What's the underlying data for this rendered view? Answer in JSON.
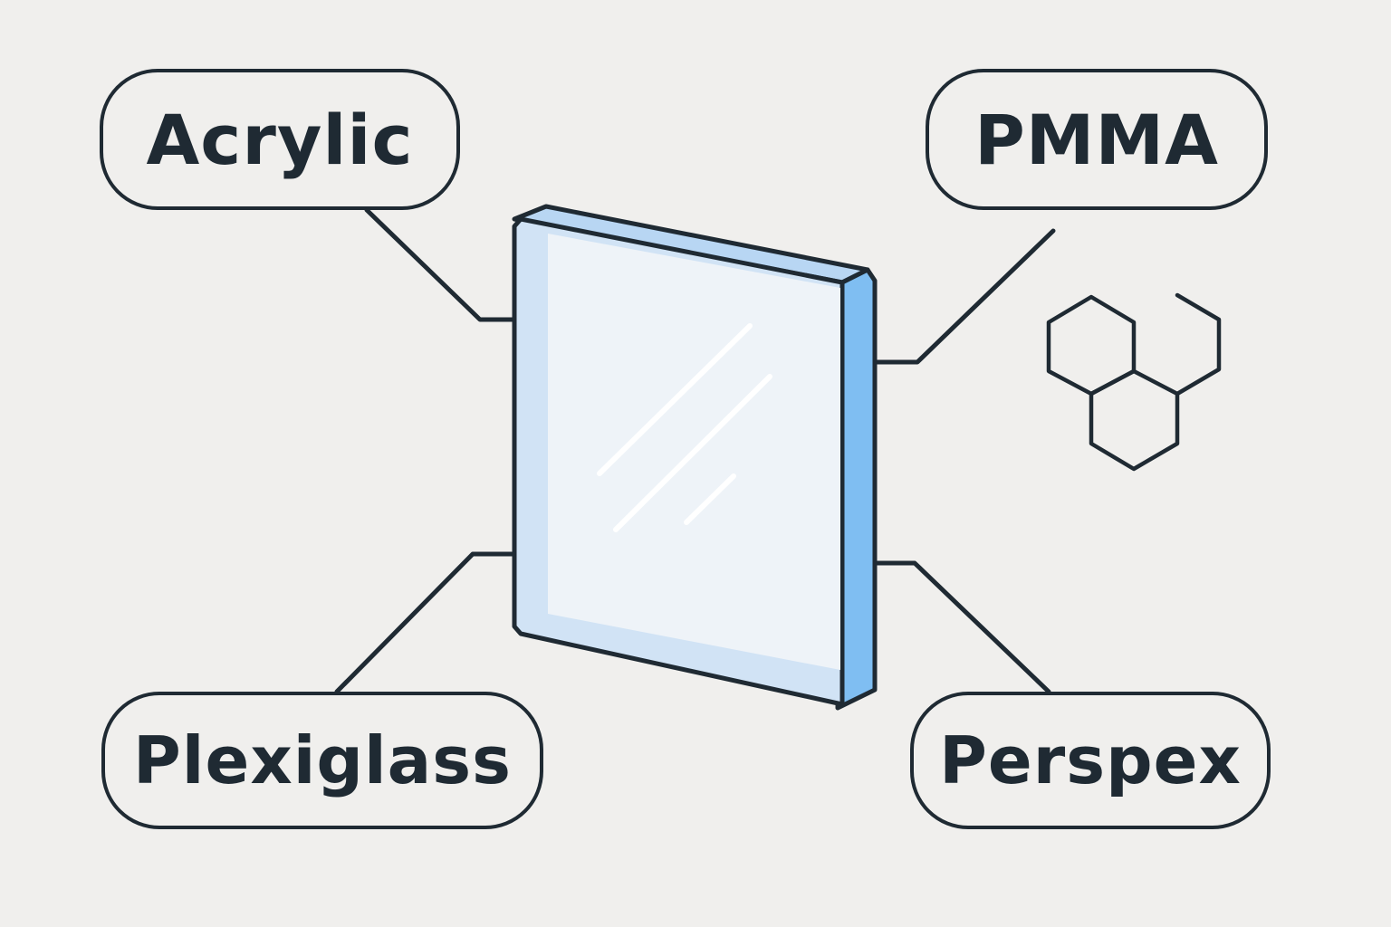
{
  "labels": {
    "top_left": "Acrylic",
    "top_right": "PMMA",
    "bottom_left": "Plexiglass",
    "bottom_right": "Perspex"
  },
  "colors": {
    "background": "#f0efed",
    "stroke": "#1f2a33",
    "sheet_face": "#eef3f8",
    "sheet_bevel": "#d1e3f5",
    "sheet_edge": "#7fbef2",
    "highlight": "#ffffff"
  },
  "icons": {
    "sheet": "acrylic-sheet-icon",
    "molecule": "molecule-hexagon-icon"
  }
}
